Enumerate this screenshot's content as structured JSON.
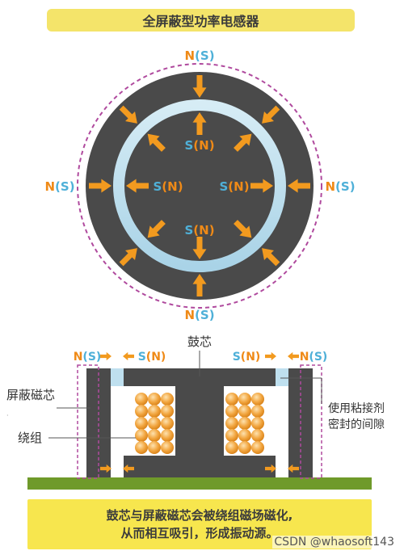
{
  "title": "全屏蔽型功率电感器",
  "colors": {
    "title_bg": "#f4e46a",
    "core_dark": "#4a4a4a",
    "ring": "#bfe0ef",
    "arrow": "#f29a1f",
    "pole_n": "#ef8a17",
    "pole_s": "#4fb0d8",
    "dashed": "#b04a9e",
    "pcb": "#6f9a2a",
    "coil": "#f0a43a",
    "caption_bg": "#f7e64e"
  },
  "top": {
    "outer_n": "N",
    "outer_s": "S",
    "inner_s": "S",
    "inner_n": "N"
  },
  "bottom": {
    "drum_core_label": "鼓芯",
    "shield_core_label": "屏蔽磁芯",
    "winding_label": "绕组",
    "adhesive_label_line1": "使用粘接剂",
    "adhesive_label_line2": "密封的间隙",
    "left_outer_n": "N",
    "left_outer_s": "S",
    "left_inner_s": "S",
    "left_inner_n": "N",
    "right_inner_s": "S",
    "right_inner_n": "N",
    "right_outer_n": "N",
    "right_outer_s": "S"
  },
  "caption": {
    "line1": "鼓芯与屏蔽磁芯会被绕组磁场磁化,",
    "line2": "从而相互吸引，形成振动源。"
  },
  "watermark": "CSDN @whaosoft143",
  "icons": [
    "attraction-arrow-icon"
  ]
}
